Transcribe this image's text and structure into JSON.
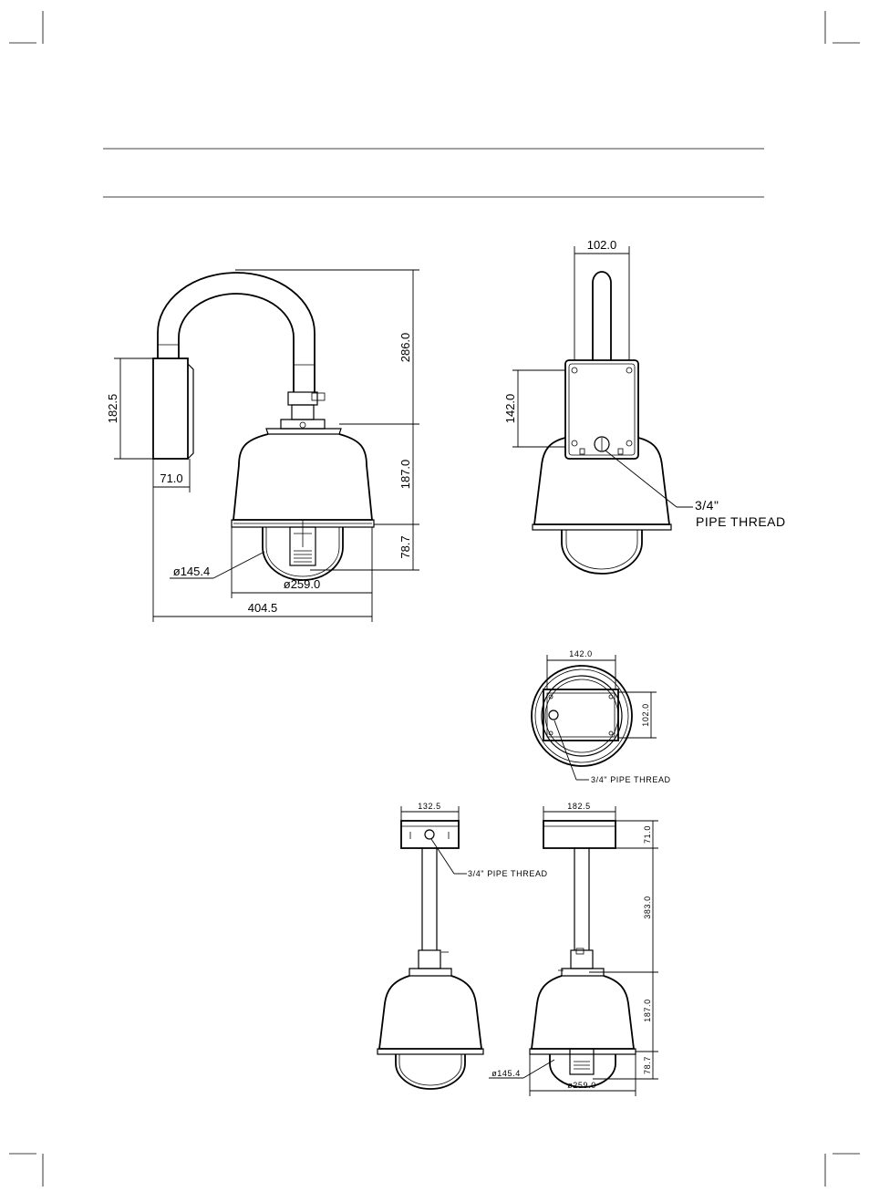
{
  "drawings": {
    "wall_mount_side": {
      "height_arm": "286.0",
      "height_box": "182.5",
      "box_depth": "71.0",
      "height_housing": "187.0",
      "height_dome": "78.7",
      "dia_dome": "ø145.4",
      "dia_housing": "ø259.0",
      "total_width": "404.5"
    },
    "wall_mount_rear": {
      "pipe_width": "102.0",
      "plate_height": "142.0",
      "thread_label_1": "3/4\"",
      "thread_label_2": "PIPE THREAD"
    },
    "ceiling_plate_top": {
      "width": "142.0",
      "height": "102.0",
      "thread_label": "3/4\" PIPE THREAD"
    },
    "pendant_front": {
      "cap_width": "132.5",
      "thread_label": "3/4\" PIPE THREAD"
    },
    "pendant_side": {
      "cap_width": "182.5",
      "cap_height": "71.0",
      "pipe_length": "383.0",
      "housing_height": "187.0",
      "dome_height": "78.7",
      "dia_dome": "ø145.4",
      "dia_housing": "ø259.0"
    }
  }
}
